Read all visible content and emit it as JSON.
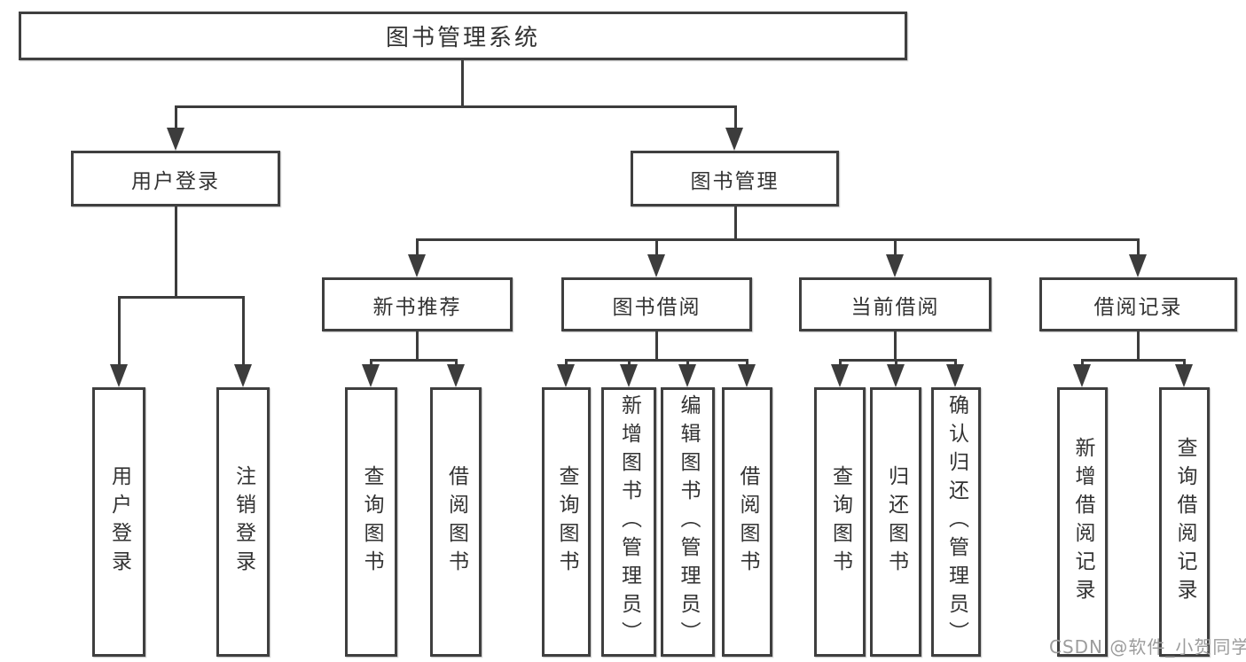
{
  "tree": {
    "label": "图书管理系统",
    "children": [
      {
        "label": "用户登录",
        "children": [
          {
            "label": "用户登录"
          },
          {
            "label": "注销登录"
          }
        ]
      },
      {
        "label": "图书管理",
        "children": [
          {
            "label": "新书推荐",
            "children": [
              {
                "label": "查询图书"
              },
              {
                "label": "借阅图书"
              }
            ]
          },
          {
            "label": "图书借阅",
            "children": [
              {
                "label": "查询图书"
              },
              {
                "label": "新增图书（管理员）"
              },
              {
                "label": "编辑图书（管理员）"
              },
              {
                "label": "借阅图书"
              }
            ]
          },
          {
            "label": "当前借阅",
            "children": [
              {
                "label": "查询图书"
              },
              {
                "label": "归还图书"
              },
              {
                "label": "确认归还（管理员）"
              }
            ]
          },
          {
            "label": "借阅记录",
            "children": [
              {
                "label": "新增借阅记录"
              },
              {
                "label": "查询借阅记录"
              }
            ]
          }
        ]
      }
    ]
  },
  "watermark": {
    "text": "CSDN @软件_小贺同学"
  },
  "colors": {
    "line": "#3c3c3c",
    "border": "#3f3f3f",
    "text": "#333333",
    "watermark": "#9c9c9c",
    "background": "#ffffff"
  }
}
